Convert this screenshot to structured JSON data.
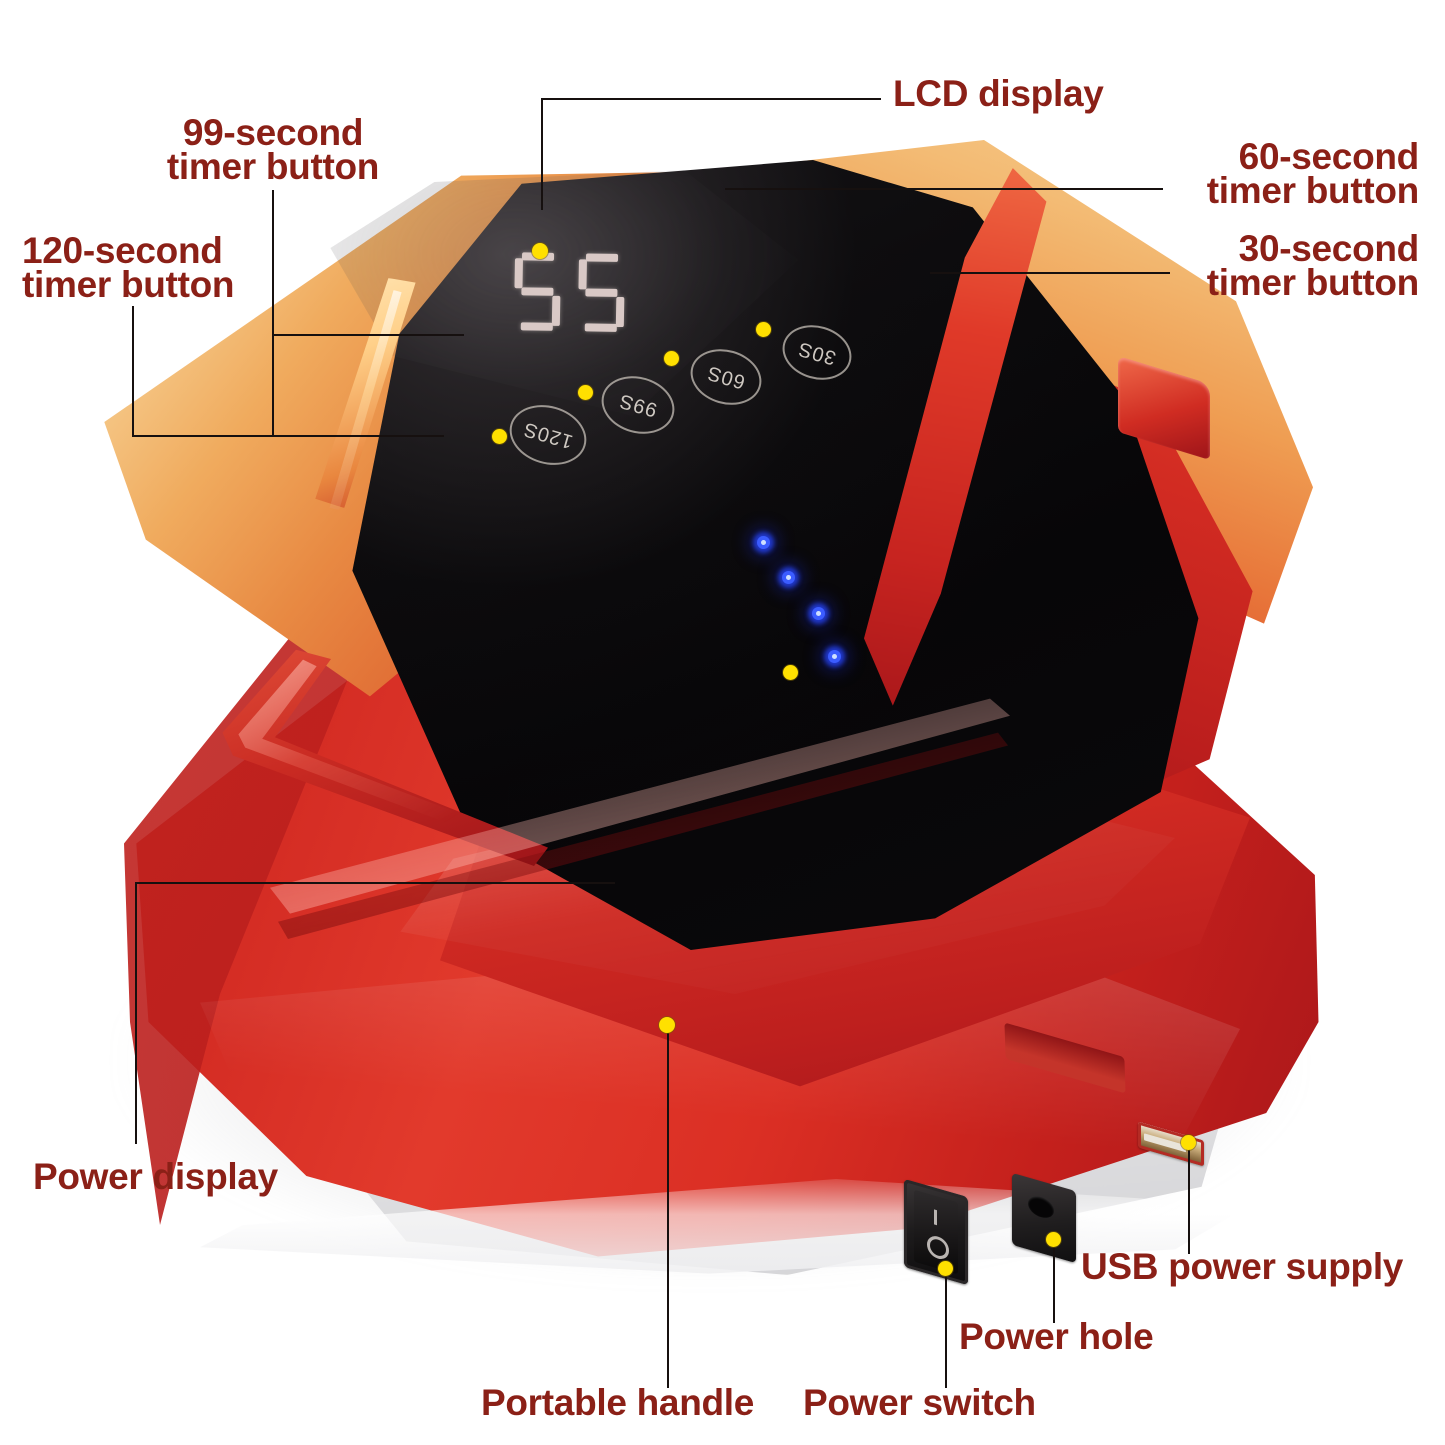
{
  "product": {
    "name": "UV LED nail lamp",
    "body_color": "#d32b23",
    "lid_gradient": [
      "#f6cd8f",
      "#e88a43",
      "#c02420"
    ],
    "panel_color": "#0a090b",
    "annotation_text_color": "#8b2017",
    "leader_line_color": "#16100f",
    "marker_dot_color": "#ffe000",
    "led_color": "#3b5cff"
  },
  "annotations": [
    {
      "id": "lcd-display",
      "label": "LCD display",
      "align": "left"
    },
    {
      "id": "timer-99",
      "label": "99-second\ntimer button",
      "align": "center"
    },
    {
      "id": "timer-120",
      "label": "120-second\ntimer button",
      "align": "left"
    },
    {
      "id": "timer-60",
      "label": "60-second\ntimer button",
      "align": "right"
    },
    {
      "id": "timer-30",
      "label": "30-second\ntimer button",
      "align": "right"
    },
    {
      "id": "power-display",
      "label": "Power display",
      "align": "left"
    },
    {
      "id": "portable-handle",
      "label": "Portable handle",
      "align": "center"
    },
    {
      "id": "power-switch",
      "label": "Power switch",
      "align": "center"
    },
    {
      "id": "power-hole",
      "label": "Power hole",
      "align": "center"
    },
    {
      "id": "usb-power-supply",
      "label": "USB power supply",
      "align": "left"
    }
  ],
  "lcd": {
    "value": "55",
    "digits": [
      "5",
      "5"
    ],
    "orientation": "inverted"
  },
  "timer_buttons": [
    {
      "id": "btn-120s",
      "label": "120S"
    },
    {
      "id": "btn-99s",
      "label": "99S"
    },
    {
      "id": "btn-60s",
      "label": "60S"
    },
    {
      "id": "btn-30s",
      "label": "30S"
    }
  ],
  "power_display": {
    "led_count": 4,
    "lit": 4
  },
  "io_ports": {
    "rocker_on_mark": "I",
    "rocker_off_mark": "O"
  }
}
